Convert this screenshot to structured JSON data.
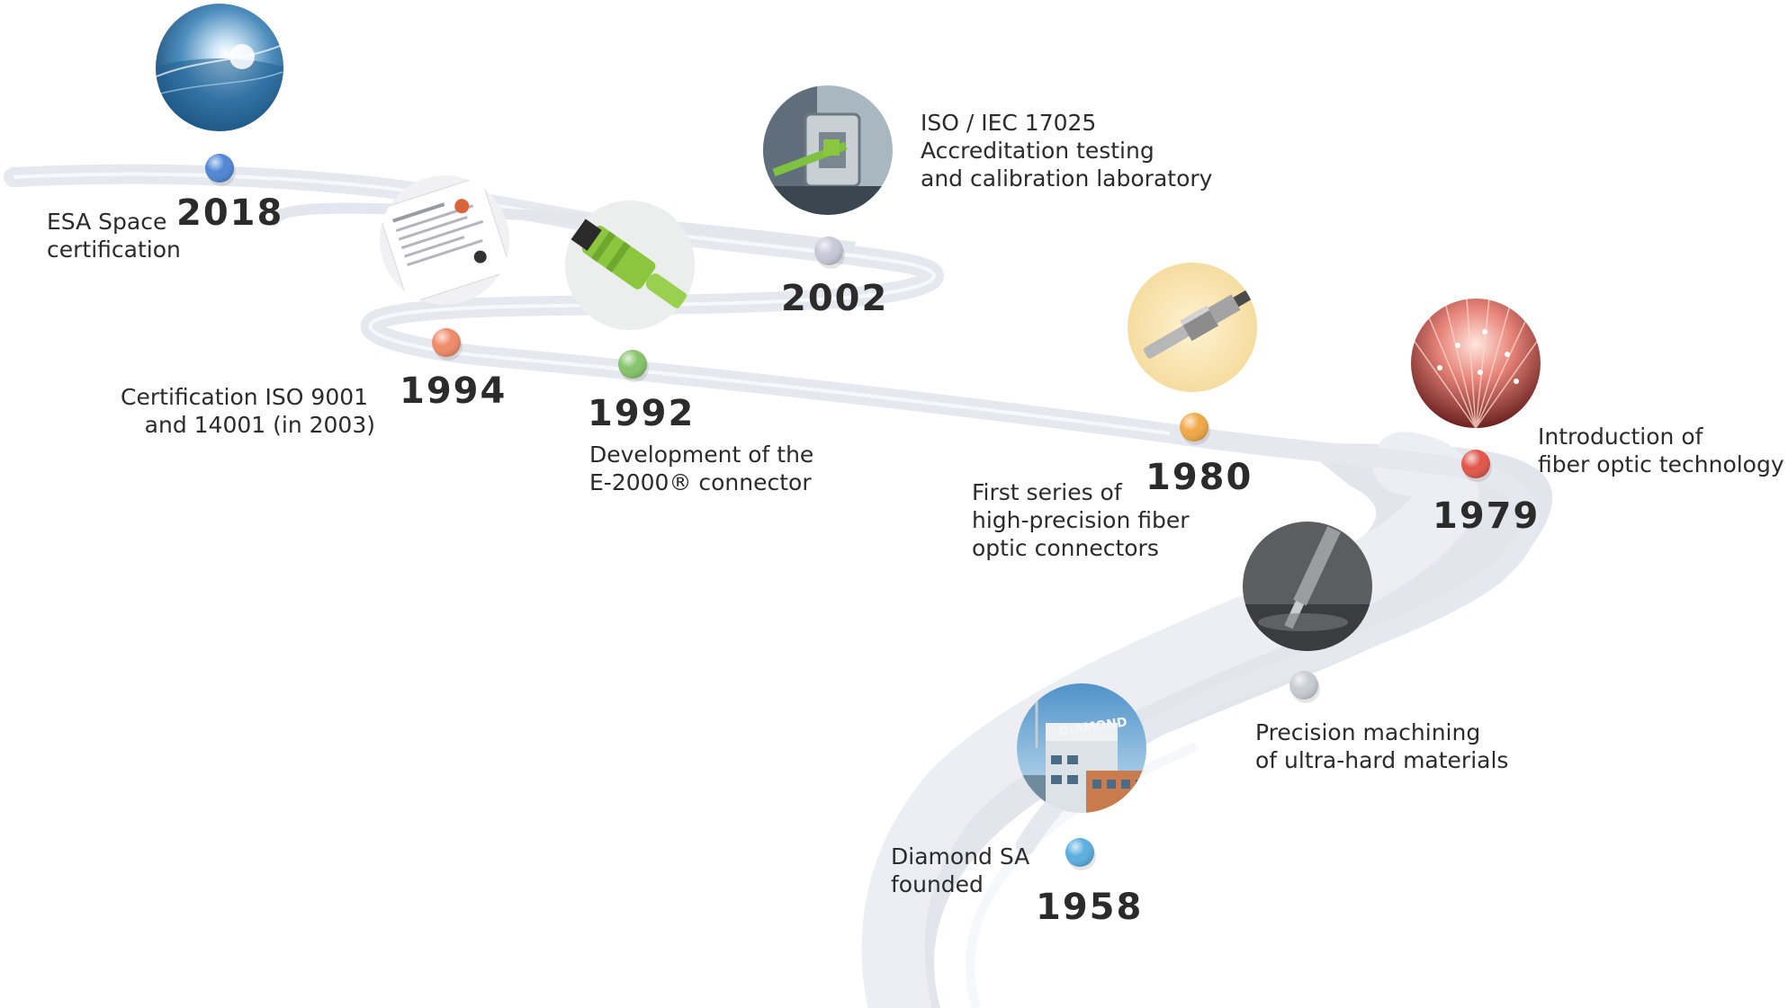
{
  "milestones": [
    {
      "id": "1958",
      "year": "1958",
      "description": [
        "Diamond SA",
        "founded"
      ],
      "dot_color": "#5aaee0",
      "image": "building-photo",
      "image_label": "DIAMOND"
    },
    {
      "id": "machining",
      "year": "",
      "description": [
        "Precision machining",
        "of ultra-hard materials"
      ],
      "dot_color": "#c8ccd3",
      "image": "machining-photo"
    },
    {
      "id": "1979",
      "year": "1979",
      "description": [
        "Introduction of",
        "fiber optic technology"
      ],
      "dot_color": "#e2554a",
      "image": "fiber-optics-photo"
    },
    {
      "id": "1980",
      "year": "1980",
      "description": [
        "First series of",
        "high-precision fiber",
        "optic connectors"
      ],
      "dot_color": "#f0a845",
      "image": "connector-photo"
    },
    {
      "id": "1992",
      "year": "1992",
      "description": [
        "Development of the",
        "E-2000® connector"
      ],
      "dot_color": "#86c46a",
      "image": "green-connector-photo"
    },
    {
      "id": "1994",
      "year": "1994",
      "description": [
        "Certification ISO 9001",
        "and 14001 (in 2003)"
      ],
      "dot_color": "#f08a68",
      "image": "certificate-photo"
    },
    {
      "id": "2002",
      "year": "2002",
      "description": [
        "ISO / IEC 17025",
        "Accreditation testing",
        "and calibration laboratory"
      ],
      "dot_color": "#c7c9d8",
      "image": "laboratory-photo"
    },
    {
      "id": "2018",
      "year": "2018",
      "description": [
        "ESA Space",
        "certification"
      ],
      "dot_color": "#4f86d6",
      "image": "space-earth-photo"
    }
  ]
}
